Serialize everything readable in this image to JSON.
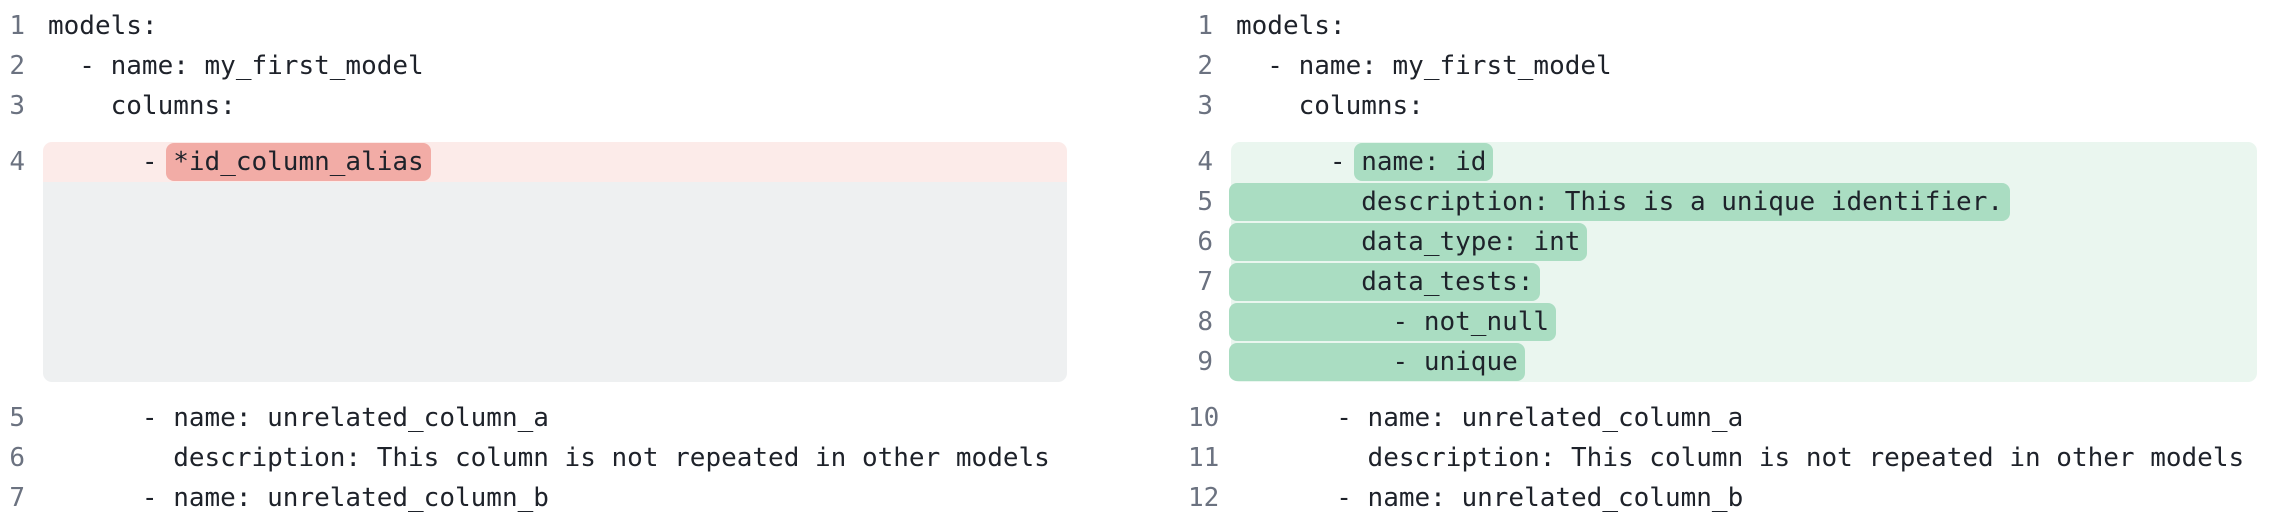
{
  "colors": {
    "code_text": "#1e222a",
    "line_number": "#6b7280",
    "removed_line_bg": "#fcebe9",
    "removed_token_bg": "#f2aca6",
    "added_line_bg": "#eaf6ef",
    "added_token_bg": "#aaddc2",
    "placeholder_bg": "#eef0f1"
  },
  "diff": {
    "left_pane": {
      "role": "old version",
      "lines": [
        {
          "kind": "plain",
          "num": "1",
          "text": "models:"
        },
        {
          "kind": "plain",
          "num": "2",
          "text": "  - name: my_first_model"
        },
        {
          "kind": "plain",
          "num": "3",
          "text": "    columns:"
        },
        {
          "kind": "spacer"
        },
        {
          "kind": "removed",
          "num": "4",
          "prefix": "      - ",
          "token": "*id_column_alias",
          "first": true
        },
        {
          "kind": "placeholder",
          "rows": 5,
          "last": true
        },
        {
          "kind": "spacer"
        },
        {
          "kind": "plain",
          "num": "5",
          "text": "      - name: unrelated_column_a"
        },
        {
          "kind": "plain",
          "num": "6",
          "text": "        description: This column is not repeated in other models"
        },
        {
          "kind": "plain",
          "num": "7",
          "text": "      - name: unrelated_column_b"
        }
      ]
    },
    "right_pane": {
      "role": "new version",
      "lines": [
        {
          "kind": "plain",
          "num": "1",
          "text": "models:"
        },
        {
          "kind": "plain",
          "num": "2",
          "text": "  - name: my_first_model"
        },
        {
          "kind": "plain",
          "num": "3",
          "text": "    columns:"
        },
        {
          "kind": "spacer"
        },
        {
          "kind": "added",
          "num": "4",
          "prefix": "      - ",
          "token": "name: id",
          "first": true
        },
        {
          "kind": "added",
          "num": "5",
          "prefix": "",
          "token": "        description: This is a unique identifier."
        },
        {
          "kind": "added",
          "num": "6",
          "prefix": "",
          "token": "        data_type: int"
        },
        {
          "kind": "added",
          "num": "7",
          "prefix": "",
          "token": "        data_tests:"
        },
        {
          "kind": "added",
          "num": "8",
          "prefix": "",
          "token": "          - not_null"
        },
        {
          "kind": "added",
          "num": "9",
          "prefix": "",
          "token": "          - unique",
          "last": true
        },
        {
          "kind": "spacer"
        },
        {
          "kind": "plain",
          "num": "10",
          "text": "      - name: unrelated_column_a"
        },
        {
          "kind": "plain",
          "num": "11",
          "text": "        description: This column is not repeated in other models"
        },
        {
          "kind": "plain",
          "num": "12",
          "text": "      - name: unrelated_column_b"
        }
      ]
    }
  }
}
